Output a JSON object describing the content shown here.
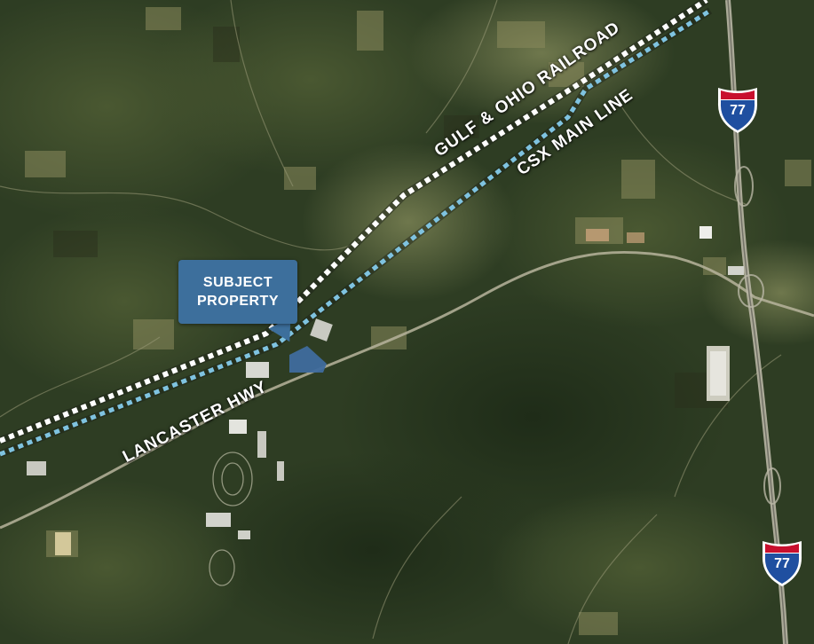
{
  "labels": {
    "gulf_railroad": "GULF & OHIO RAILROAD",
    "csx_main_line": "CSX MAIN LINE",
    "lancaster_hwy": "LANCASTER HWY"
  },
  "callout": {
    "line1": "SUBJECT",
    "line2": "PROPERTY"
  },
  "shields": {
    "north": "77",
    "south": "77"
  },
  "colors": {
    "callout_blue": "#3d6f9c",
    "parcel_blue": "#3f6c9e",
    "csx_line": "#7fc3e0",
    "gulf_line": "#ffffff",
    "interstate_red": "#c8102e",
    "interstate_blue": "#1f4fa0",
    "forest_dark": "#23331c",
    "field_light": "#6f7d4c"
  }
}
